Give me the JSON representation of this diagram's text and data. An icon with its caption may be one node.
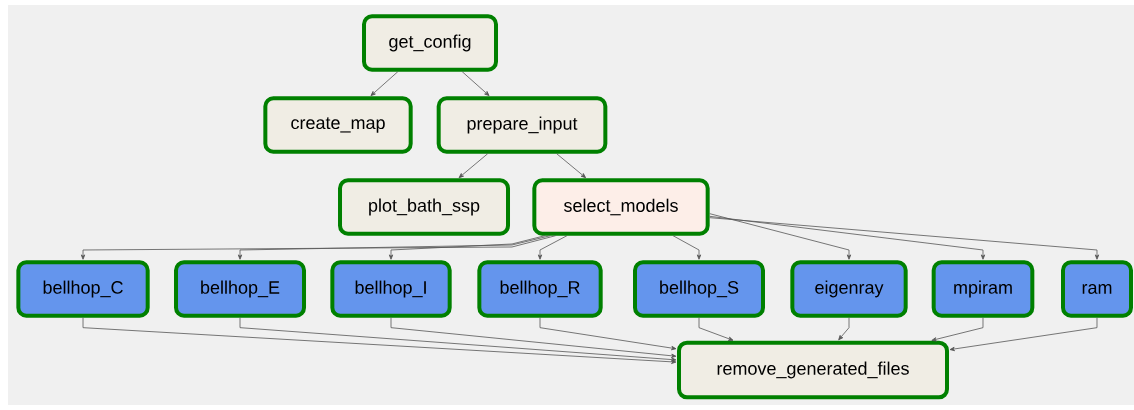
{
  "diagram": {
    "nodes": [
      {
        "text": [
          "get_config"
        ]
      },
      {
        "text": [
          "create_map"
        ]
      },
      {
        "text": [
          "prepare_input"
        ]
      },
      {
        "text": [
          "plot_bath_ssp"
        ]
      },
      {
        "text": [
          "select_models"
        ]
      },
      {
        "text": [
          "bellhop_C"
        ]
      },
      {
        "text": [
          "bellhop_E"
        ]
      },
      {
        "text": [
          "bellhop_I"
        ]
      },
      {
        "text": [
          "bellhop_R"
        ]
      },
      {
        "text": [
          "bellhop_S"
        ]
      },
      {
        "text": [
          "eigenray"
        ]
      },
      {
        "text": [
          "mpiram"
        ]
      },
      {
        "text": [
          "ram"
        ]
      },
      {
        "text": [
          "remove_generated_files"
        ]
      }
    ],
    "edges": [
      {
        "from": 0,
        "to": 1,
        "arrow": "to"
      },
      {
        "from": 0,
        "to": 2,
        "arrow": "to"
      },
      {
        "from": 2,
        "to": 3,
        "arrow": "to"
      },
      {
        "from": 2,
        "to": 4,
        "arrow": "to"
      },
      {
        "from": 4,
        "to": 5,
        "arrow": "to"
      },
      {
        "from": 4,
        "to": 6,
        "arrow": "to"
      },
      {
        "from": 4,
        "to": 7,
        "arrow": "to"
      },
      {
        "from": 4,
        "to": 8,
        "arrow": "to"
      },
      {
        "from": 4,
        "to": 9,
        "arrow": "to"
      },
      {
        "from": 4,
        "to": 10,
        "arrow": "to"
      },
      {
        "from": 4,
        "to": 11,
        "arrow": "to"
      },
      {
        "from": 4,
        "to": 12,
        "arrow": "to"
      },
      {
        "from": 5,
        "to": 13,
        "arrow": "to"
      },
      {
        "from": 6,
        "to": 13,
        "arrow": "to"
      },
      {
        "from": 7,
        "to": 13,
        "arrow": "to"
      },
      {
        "from": 8,
        "to": 13,
        "arrow": "to"
      },
      {
        "from": 9,
        "to": 13,
        "arrow": "to"
      },
      {
        "from": 10,
        "to": 13,
        "arrow": "to"
      },
      {
        "from": 11,
        "to": 13,
        "arrow": "to"
      },
      {
        "from": 12,
        "to": 13,
        "arrow": "to"
      }
    ]
  }
}
